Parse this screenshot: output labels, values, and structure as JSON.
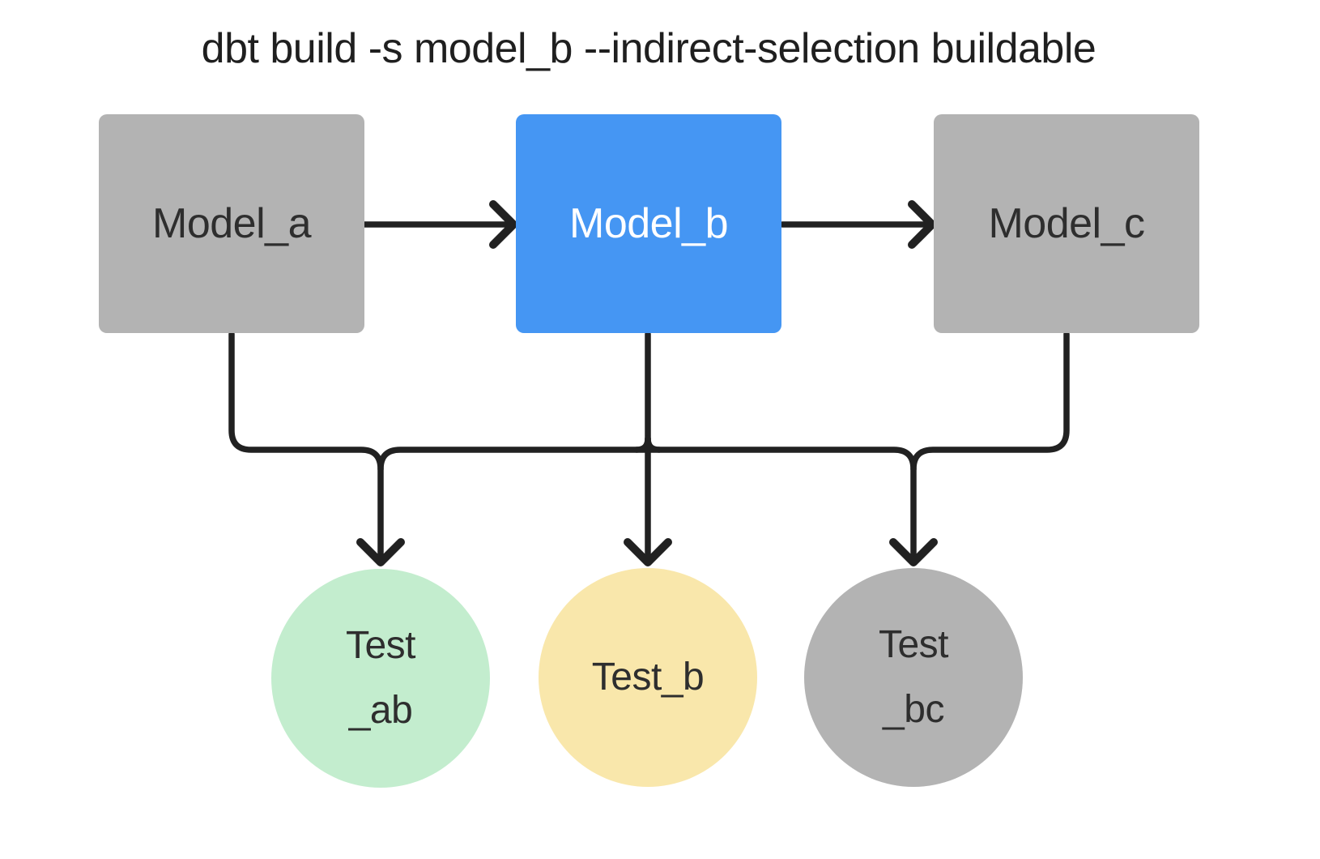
{
  "title": "dbt build -s model_b --indirect-selection buildable",
  "colors": {
    "selected_model_blue": "#4596f3",
    "unselected_gray": "#b3b3b3",
    "test_green": "#c3edce",
    "test_yellow": "#f9e7ab",
    "edge_black": "#212121",
    "background": "#ffffff",
    "dark_text": "#2e2e2e",
    "selected_text": "#ffffff"
  },
  "nodes": {
    "model_a": {
      "label": "Model_a",
      "kind": "model",
      "shape": "square",
      "fill": "#b3b3b3",
      "state": "not-selected"
    },
    "model_b": {
      "label": "Model_b",
      "kind": "model",
      "shape": "square",
      "fill": "#4596f3",
      "state": "selected"
    },
    "model_c": {
      "label": "Model_c",
      "kind": "model",
      "shape": "square",
      "fill": "#b3b3b3",
      "state": "not-selected"
    },
    "test_ab": {
      "label_lines": [
        "Test",
        "_ab"
      ],
      "kind": "test",
      "shape": "circle",
      "fill": "#c3edce"
    },
    "test_b": {
      "label_lines": [
        "Test_b"
      ],
      "kind": "test",
      "shape": "circle",
      "fill": "#f9e7ab"
    },
    "test_bc": {
      "label_lines": [
        "Test",
        "_bc"
      ],
      "kind": "test",
      "shape": "circle",
      "fill": "#b3b3b3"
    }
  },
  "edges": [
    {
      "from": "model_a",
      "to": "model_b"
    },
    {
      "from": "model_b",
      "to": "model_c"
    },
    {
      "from": "model_a",
      "to": "test_ab"
    },
    {
      "from": "model_b",
      "to": "test_ab"
    },
    {
      "from": "model_b",
      "to": "test_b"
    },
    {
      "from": "model_b",
      "to": "test_bc"
    },
    {
      "from": "model_c",
      "to": "test_bc"
    }
  ]
}
